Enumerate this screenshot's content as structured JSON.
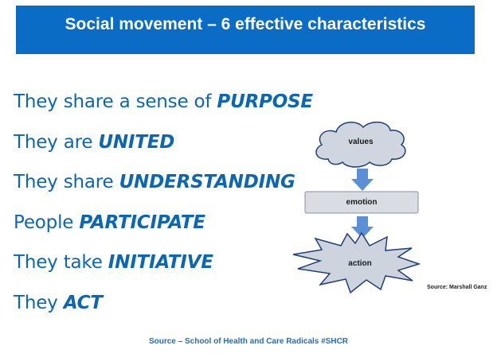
{
  "title": "Social movement – 6 effective characteristics",
  "characteristics": [
    {
      "prefix": "They share a sense of ",
      "keyword": "PURPOSE"
    },
    {
      "prefix": "They are ",
      "keyword": "UNITED"
    },
    {
      "prefix": "They share ",
      "keyword": "UNDERSTANDING"
    },
    {
      "prefix": "People ",
      "keyword": "PARTICIPATE"
    },
    {
      "prefix": "They take ",
      "keyword": "INITIATIVE"
    },
    {
      "prefix": "They ",
      "keyword": "ACT"
    }
  ],
  "diagram": {
    "nodes": {
      "values": "values",
      "emotion": "emotion",
      "action": "action"
    },
    "source": "Source: Marshall Ganz",
    "colors": {
      "cloud_fill": "#cfd6df",
      "box_fill": "#d9dde3",
      "star_fill": "#cdd4dd",
      "outline": "#1f3f77",
      "arrow": "#5b8fd6"
    }
  },
  "footer": {
    "source": "Source – School of Health and Care Radicals #SHCR"
  },
  "colors": {
    "title_bg": "#0a6cc4",
    "title_text": "#ffffff",
    "body_text": "#0b66b3",
    "footer_text": "#1e6fc0"
  }
}
